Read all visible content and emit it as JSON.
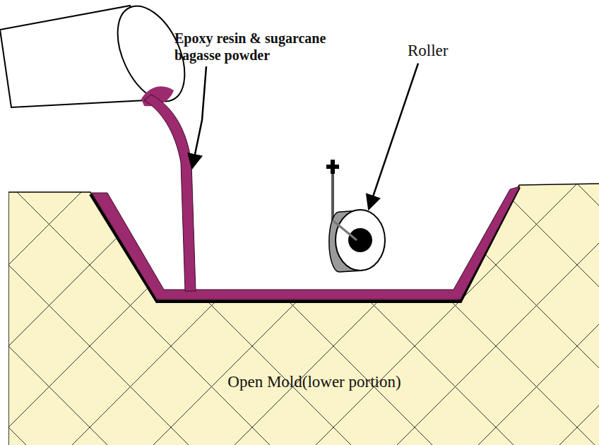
{
  "diagram": {
    "nodes": [
      {
        "text": [
          "Open Mold(lower portion)"
        ]
      }
    ],
    "labels": [
      "Epoxy resin & sugarcane bagasse powder",
      "Roller"
    ]
  }
}
